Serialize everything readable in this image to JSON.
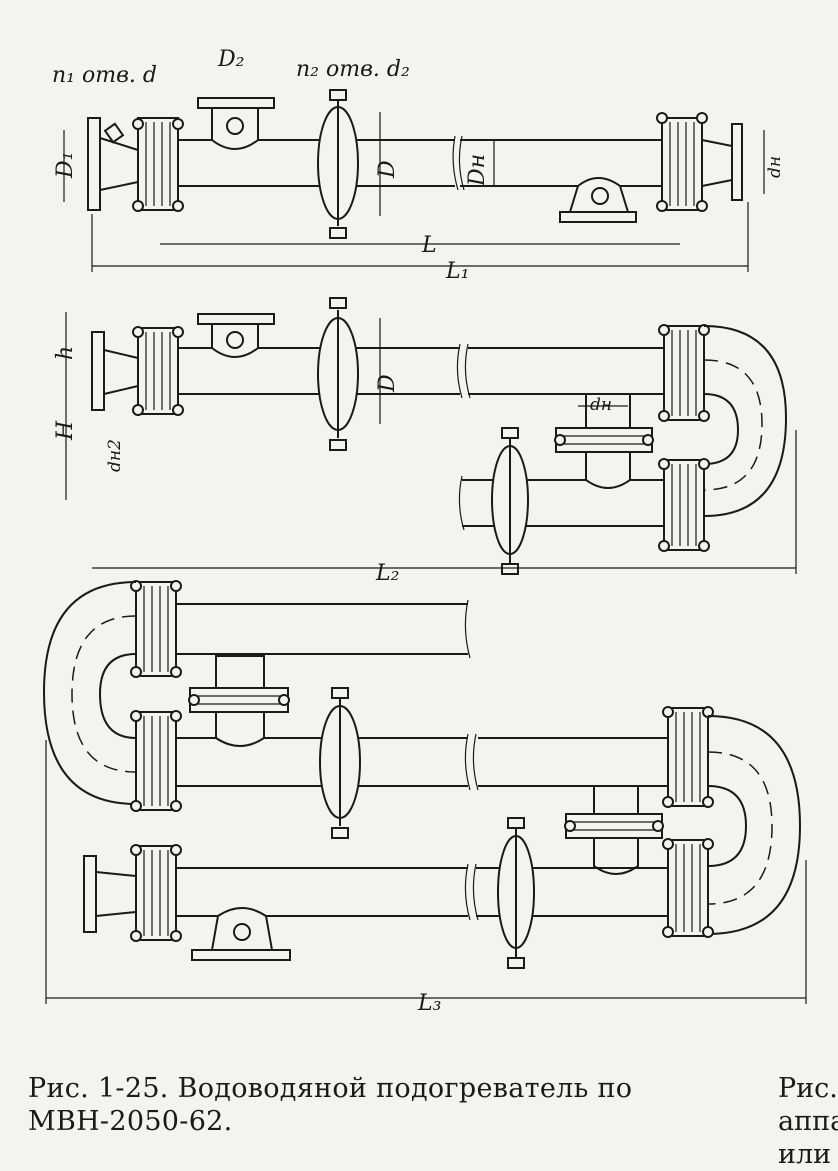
{
  "figure": {
    "caption_line1": "Рис. 1-25. Водоводяной подогреватель по",
    "caption_line2": "МВН-2050-62.",
    "side_text": [
      "Рис.",
      "аппа",
      "или"
    ]
  },
  "labels": {
    "n1_holes": "n₁ отв. d",
    "D2": "D₂",
    "n2_holes": "n₂ отв. d₂",
    "D1": "D₁",
    "D": "D",
    "Dn": "Dн",
    "dn": "dн",
    "L": "L",
    "L1": "L₁",
    "h": "h",
    "H": "H",
    "dn2": "dн2",
    "L2": "L₂",
    "L3": "L₃"
  }
}
